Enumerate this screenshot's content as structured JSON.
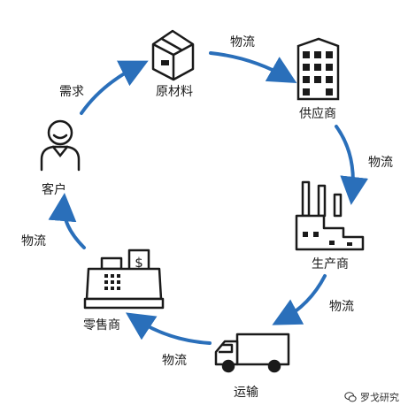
{
  "nodes": {
    "raw_material": "原材料",
    "supplier": "供应商",
    "producer": "生产商",
    "transport": "运输",
    "retailer": "零售商",
    "customer": "客户"
  },
  "edges": {
    "raw_to_supplier": "物流",
    "supplier_to_producer": "物流",
    "producer_to_transport": "物流",
    "transport_to_retailer": "物流",
    "retailer_to_customer": "物流",
    "customer_to_raw": "需求"
  },
  "watermark": "罗戈研究",
  "colors": {
    "arrow": "#2a6fba",
    "icon": "#1a1a1a"
  },
  "icons": [
    "box-icon",
    "warehouse-icon",
    "factory-icon",
    "truck-icon",
    "cash-register-icon",
    "person-icon"
  ]
}
